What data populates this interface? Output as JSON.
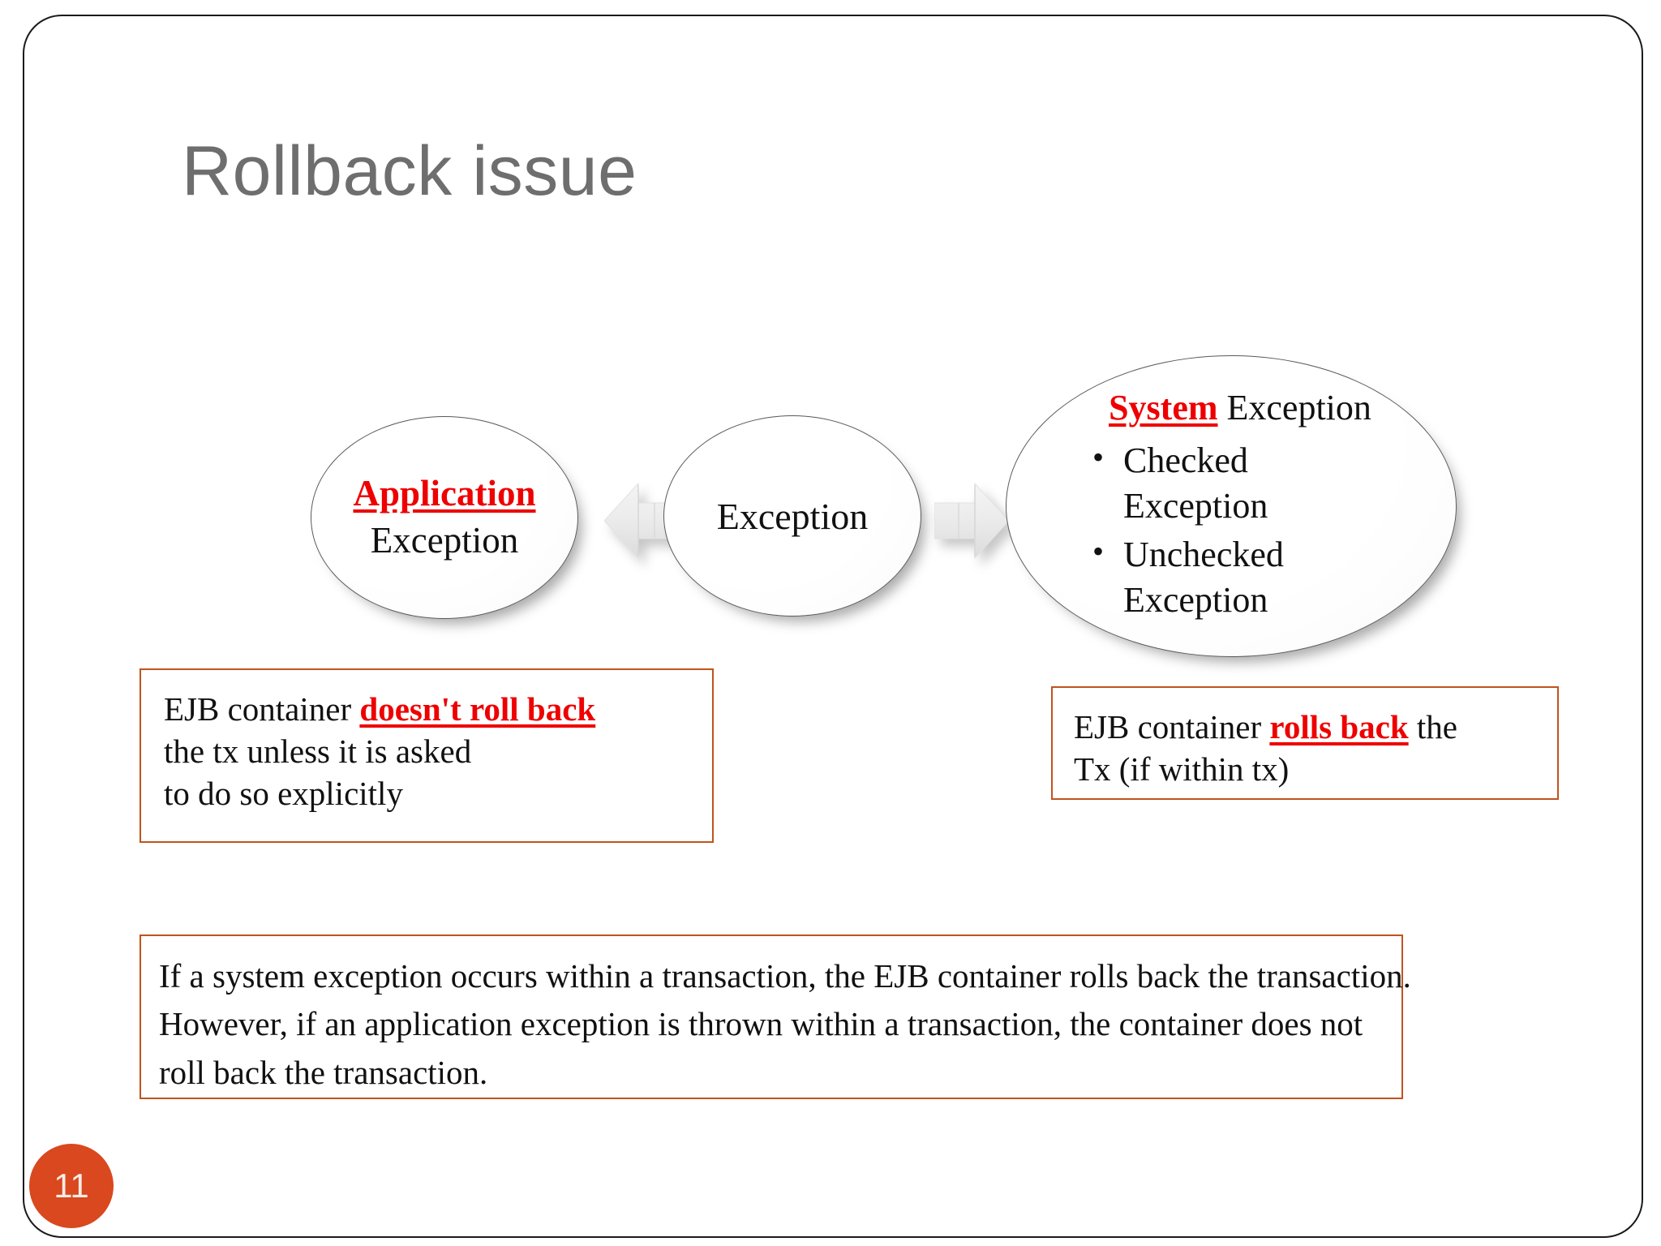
{
  "slide": {
    "title": "Rollback issue",
    "page_number": "11",
    "accent_color": "#D9481E",
    "box_border_color": "#C0531F",
    "highlight_color": "#ee0000",
    "title_color": "#6e6e6e"
  },
  "diagram": {
    "nodes": [
      {
        "id": "application-exception",
        "shape": "ellipse",
        "highlight": "Application",
        "text": "Exception"
      },
      {
        "id": "exception",
        "shape": "ellipse",
        "text": "Exception"
      },
      {
        "id": "system-exception",
        "shape": "ellipse",
        "highlight": "System",
        "text": " Exception",
        "bullets": [
          "Checked Exception",
          "Unchecked Exception"
        ]
      }
    ],
    "arrows": [
      {
        "id": "arrow-left",
        "direction": "left",
        "from": "exception",
        "to": "application-exception"
      },
      {
        "id": "arrow-right",
        "direction": "right",
        "from": "exception",
        "to": "system-exception"
      }
    ]
  },
  "callouts": {
    "left": {
      "line1_prefix": "EJB container ",
      "line1_highlight": "doesn't roll back",
      "line2": "the tx unless it is asked",
      "line3": "to do so explicitly"
    },
    "right": {
      "line1_prefix": "EJB container ",
      "line1_highlight": "rolls back",
      "line1_suffix": " the",
      "line2": "Tx (if within tx)"
    },
    "bottom": {
      "line1": "If a system exception occurs within a transaction, the EJB container rolls back the transaction.",
      "line2": "However, if an application exception is thrown within a transaction, the container does not",
      "line3": "roll back the transaction."
    }
  }
}
